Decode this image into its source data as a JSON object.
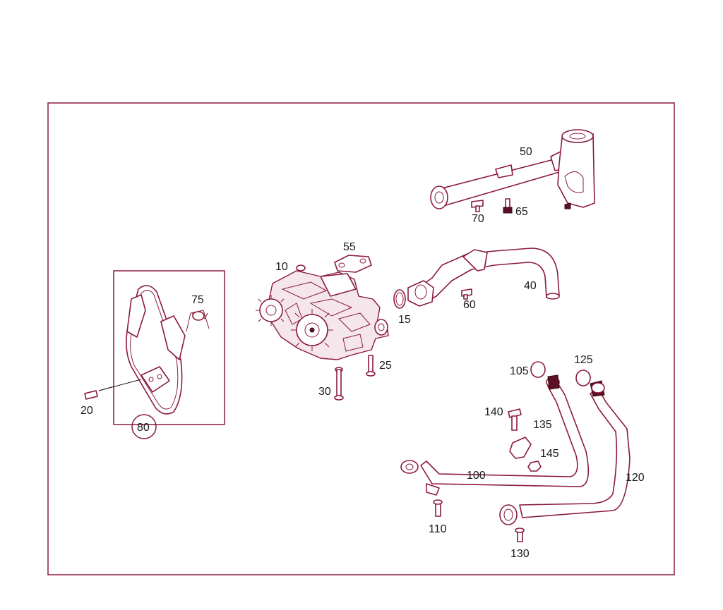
{
  "parts": {
    "p10": "10",
    "p15": "15",
    "p20": "20",
    "p25": "25",
    "p30": "30",
    "p40": "40",
    "p50": "50",
    "p55": "55",
    "p60": "60",
    "p65": "65",
    "p70": "70",
    "p75": "75",
    "p80": "80",
    "p100": "100",
    "p105": "105",
    "p110": "110",
    "p120": "120",
    "p125": "125",
    "p130": "130",
    "p135": "135",
    "p140": "140",
    "p145": "145"
  },
  "colors": {
    "line": "#8b1a3a",
    "text": "#1a1a1a",
    "background": "#ffffff"
  }
}
